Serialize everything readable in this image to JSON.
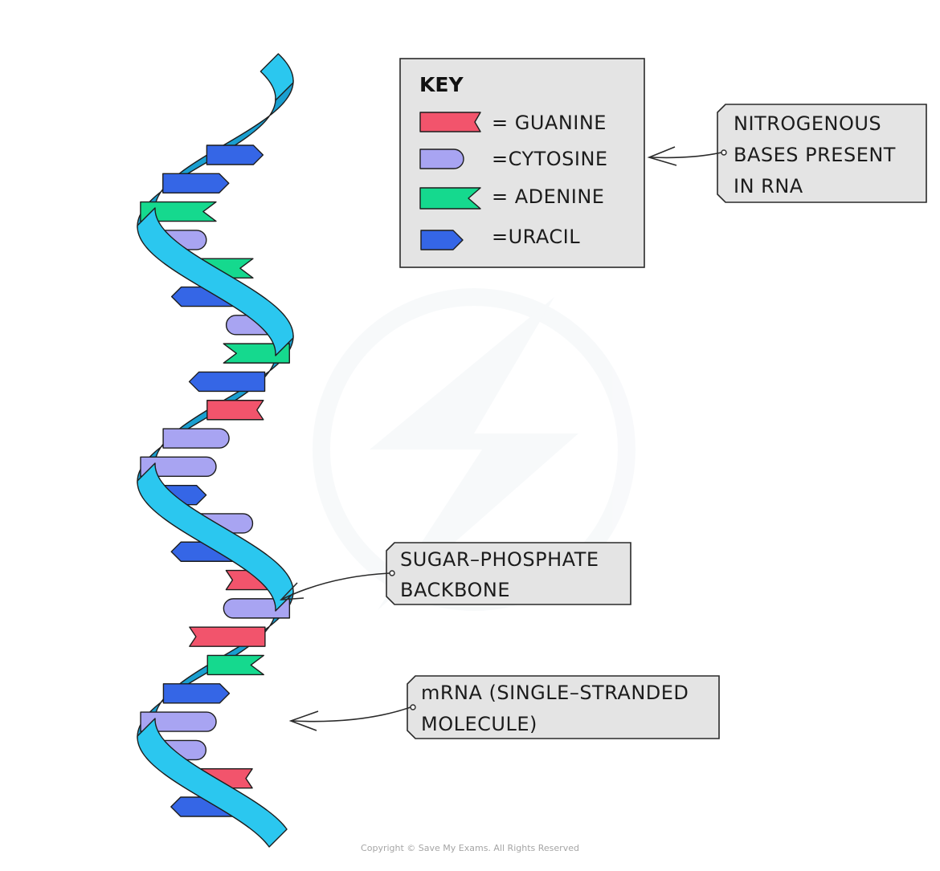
{
  "colors": {
    "guanine": "#f2546c",
    "cytosine": "#a8a4f2",
    "adenine": "#15d98e",
    "uracil": "#3566e6",
    "backbone": "#2bc7ef",
    "backbone_dark": "#1a9fd0"
  },
  "key": {
    "title": "KEY",
    "items": [
      {
        "base": "guanine",
        "label": "= GUANINE"
      },
      {
        "base": "cytosine",
        "label": "=CYTOSINE"
      },
      {
        "base": "adenine",
        "label": "= ADENINE"
      },
      {
        "base": "uracil",
        "label": "=URACIL"
      }
    ]
  },
  "callouts": {
    "nitrogenous": {
      "lines": [
        "NITROGENOUS",
        "BASES  PRESENT",
        "IN  RNA"
      ]
    },
    "backbone": {
      "lines": [
        "SUGAR–PHOSPHATE",
        "BACKBONE"
      ]
    },
    "mrna": {
      "lines": [
        "mRNA  (SINGLE–STRANDED",
        "MOLECULE)"
      ]
    }
  },
  "molecule": {
    "base_sequence": [
      "uracil",
      "uracil",
      "adenine",
      "cytosine",
      "adenine",
      "uracil",
      "cytosine",
      "adenine",
      "uracil",
      "guanine",
      "cytosine",
      "cytosine",
      "uracil",
      "cytosine",
      "uracil",
      "guanine",
      "cytosine",
      "guanine",
      "adenine",
      "uracil",
      "cytosine",
      "cytosine",
      "guanine",
      "uracil"
    ]
  },
  "copyright": "Copyright © Save My Exams. All Rights Reserved"
}
